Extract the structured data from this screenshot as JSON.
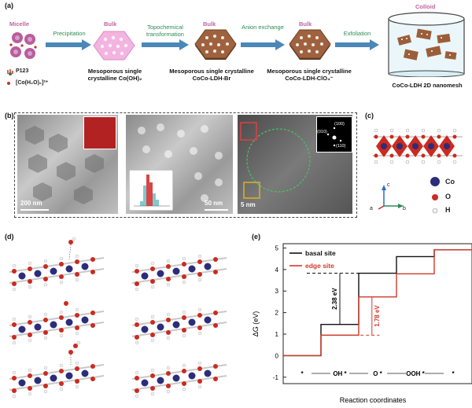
{
  "panel_a": {
    "label": "(a)",
    "micelle": "Micelle",
    "legend_p123": "P123",
    "legend_co": "[Co(H₂O)₆]²⁺",
    "arrows": [
      "Precipitation",
      "Topochemical transformation",
      "Anion exchange",
      "Exfoliation"
    ],
    "bulk": "Bulk",
    "colloid": "Colloid",
    "products": [
      "Mesoporous single crystalline Co(OH)₂",
      "Mesoporous single crystalline CoCo-LDH-Br",
      "Mesoporous single crystalline CoCo-LDH-ClO₄⁻"
    ],
    "nanomesh": "CoCo-LDH 2D nanomesh"
  },
  "panel_b": {
    "label": "(b)",
    "scale1": "200 nm",
    "scale2": "50 nm",
    "scale3": "5 nm",
    "saed": [
      "(010)",
      "(100)",
      "(110)"
    ]
  },
  "panel_c": {
    "label": "(c)",
    "legend": [
      "Co",
      "O",
      "H"
    ],
    "axes": [
      "c",
      "a",
      "b"
    ]
  },
  "panel_d": {
    "label": "(d)"
  },
  "panel_e": {
    "label": "(e)"
  },
  "colors": {
    "co": "#2b2d7a",
    "o": "#cc2a1f",
    "h": "#e8e8e8",
    "basal": "#111111",
    "edge": "#d03a2a",
    "arrow_green": "#2e8b57"
  },
  "chart_data": {
    "type": "line",
    "xlabel": "Reaction coordinates",
    "ylabel": "ΔG (eV)",
    "ylim": [
      -1.3,
      5.2
    ],
    "yticks": [
      -1,
      0,
      1,
      2,
      3,
      4,
      5
    ],
    "x_steps": [
      "*",
      "OH *",
      "O *",
      "OOH *",
      "*"
    ],
    "series": [
      {
        "name": "basal site",
        "values": [
          0.0,
          1.45,
          3.83,
          4.6,
          4.92
        ]
      },
      {
        "name": "edge site",
        "values": [
          0.0,
          0.95,
          2.73,
          3.8,
          4.92
        ]
      }
    ],
    "annotations": [
      "2.38 eV",
      "1.78 eV"
    ]
  }
}
